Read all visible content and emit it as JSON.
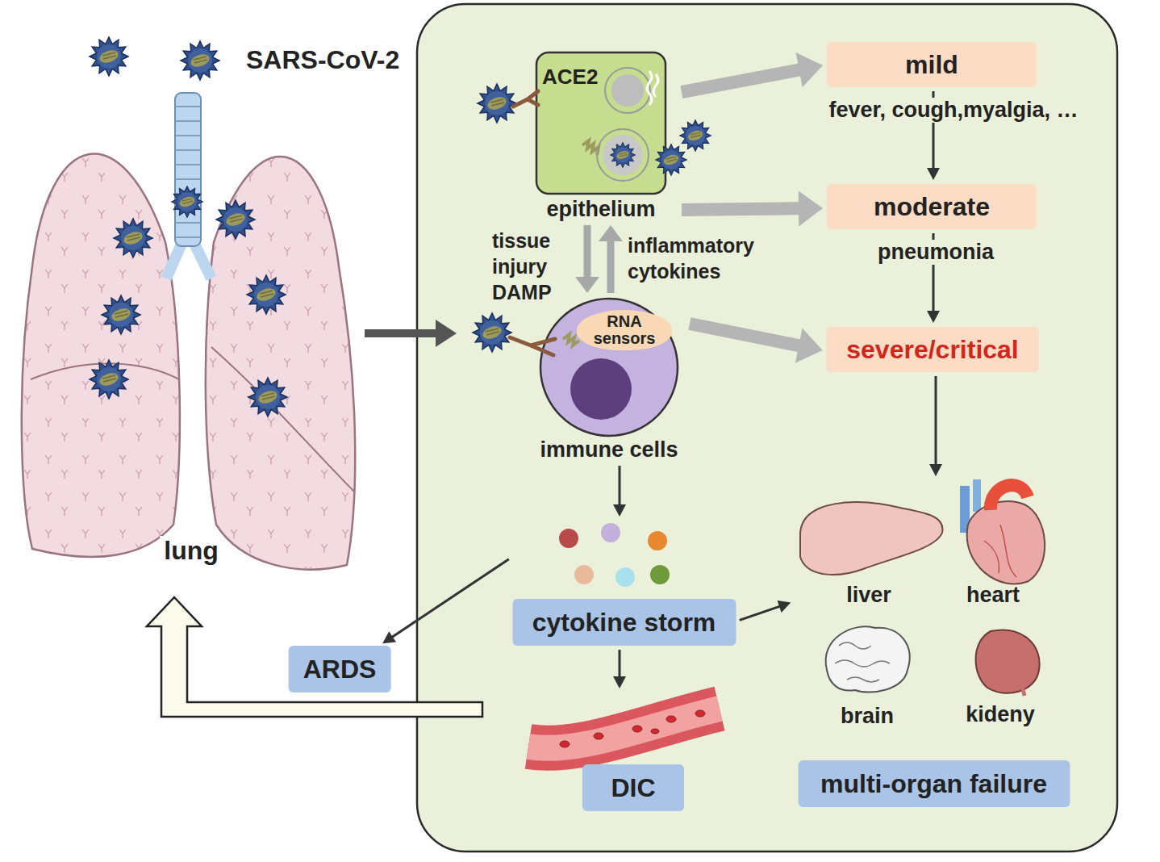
{
  "diagram": {
    "nodes": [
      {
        "text": [
          "ACE2",
          "epithelium"
        ]
      },
      {
        "text": [
          "mild"
        ]
      },
      {
        "text": [
          "moderate"
        ]
      },
      {
        "text": [
          "severe/critical"
        ]
      },
      {
        "text": [
          "immune cells"
        ]
      },
      {
        "text": [
          "RNA sensors"
        ],
        "in": 4
      },
      {
        "text": [
          "cytokine storm"
        ]
      },
      {
        "text": [
          "ARDS"
        ]
      },
      {
        "text": [
          "DIC"
        ]
      },
      {
        "text": [
          "multi-organ failure"
        ]
      }
    ],
    "edges": [
      {
        "from": 0,
        "to": 1,
        "arrow": "to"
      },
      {
        "from": 0,
        "to": 2,
        "arrow": "to"
      },
      {
        "from": 4,
        "to": 3,
        "arrow": "to"
      },
      {
        "from": 0,
        "to": 4,
        "label": "tissue injury DAMP",
        "arrow": "to"
      },
      {
        "from": 4,
        "to": 0,
        "label": "inflammatory cytokines",
        "arrow": "to"
      },
      {
        "from": 1,
        "to": 2,
        "arrow": "to"
      },
      {
        "from": 2,
        "to": 3,
        "arrow": "to"
      },
      {
        "from": 3,
        "to": 9,
        "arrow": "to"
      },
      {
        "from": 4,
        "to": 6,
        "arrow": "to"
      },
      {
        "from": 6,
        "to": 7,
        "arrow": "to"
      },
      {
        "from": 6,
        "to": 8,
        "arrow": "to"
      },
      {
        "from": 6,
        "to": 9,
        "arrow": "to"
      }
    ],
    "labels": [
      "SARS-CoV-2",
      "lung",
      "fever, cough,myalgia, …",
      "pneumonia",
      "liver",
      "heart",
      "brain",
      "kideny"
    ]
  }
}
